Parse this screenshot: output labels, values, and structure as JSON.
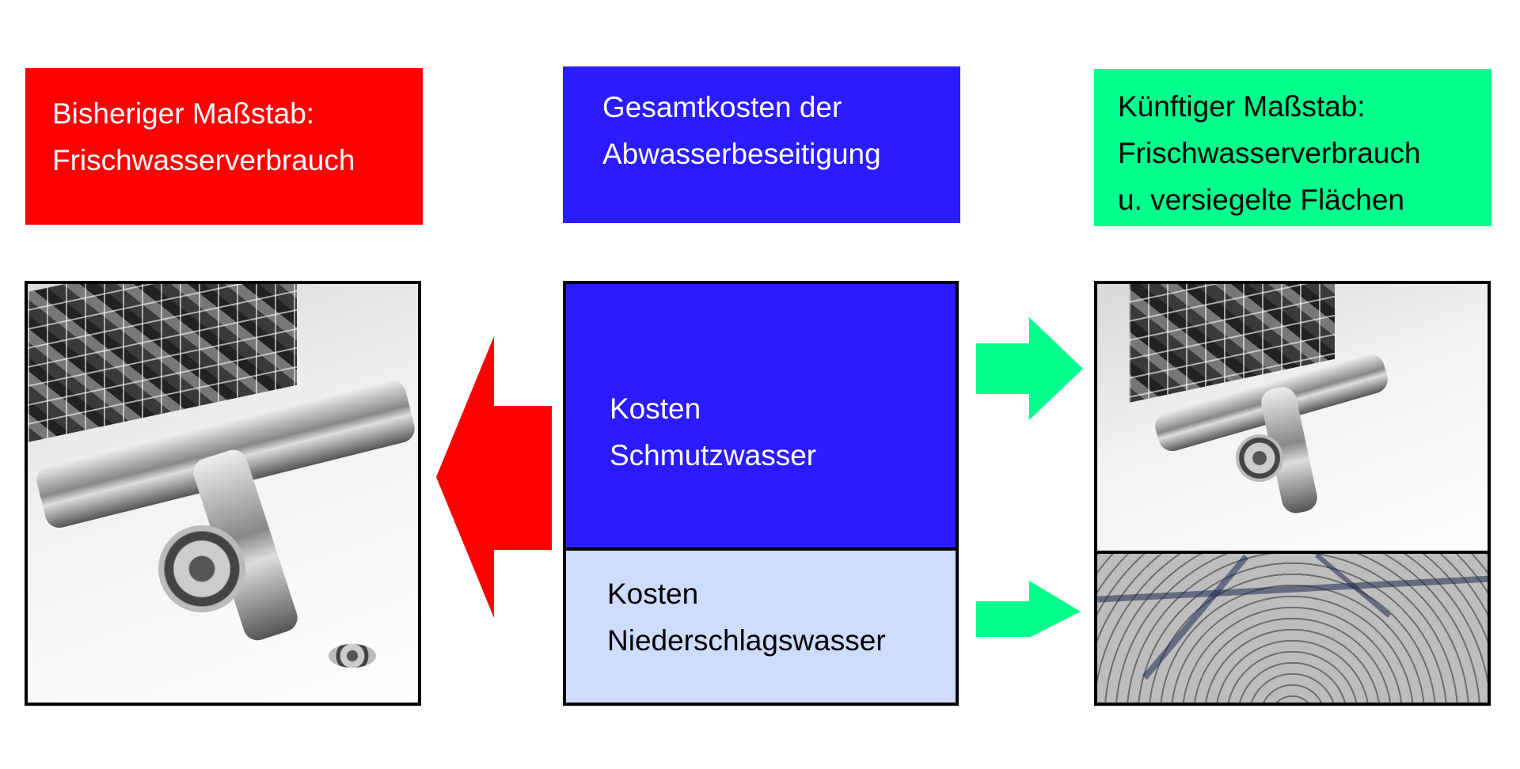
{
  "headers": {
    "left": {
      "lines": [
        "Bisheriger Maßstab:",
        "Frischwasserverbrauch"
      ],
      "color": "#ff0000"
    },
    "center": {
      "lines": [
        "Gesamtkosten der",
        "Abwasserbeseitigung"
      ],
      "color": "#2a1cff"
    },
    "right": {
      "lines": [
        "Künftiger Maßstab:",
        "Frischwasserverbrauch",
        "u. versiegelte Flächen"
      ],
      "color": "#00ff8c"
    }
  },
  "cost_blocks": {
    "wastewater": {
      "lines": [
        "Kosten",
        "Schmutzwasser"
      ],
      "color": "#2a1cff"
    },
    "stormwater": {
      "lines": [
        "Kosten",
        "Niederschlagswasser"
      ],
      "color": "#cddcff"
    }
  },
  "arrows": {
    "old_basis_color": "#ff0000",
    "new_basis_color": "#00ff8c"
  }
}
